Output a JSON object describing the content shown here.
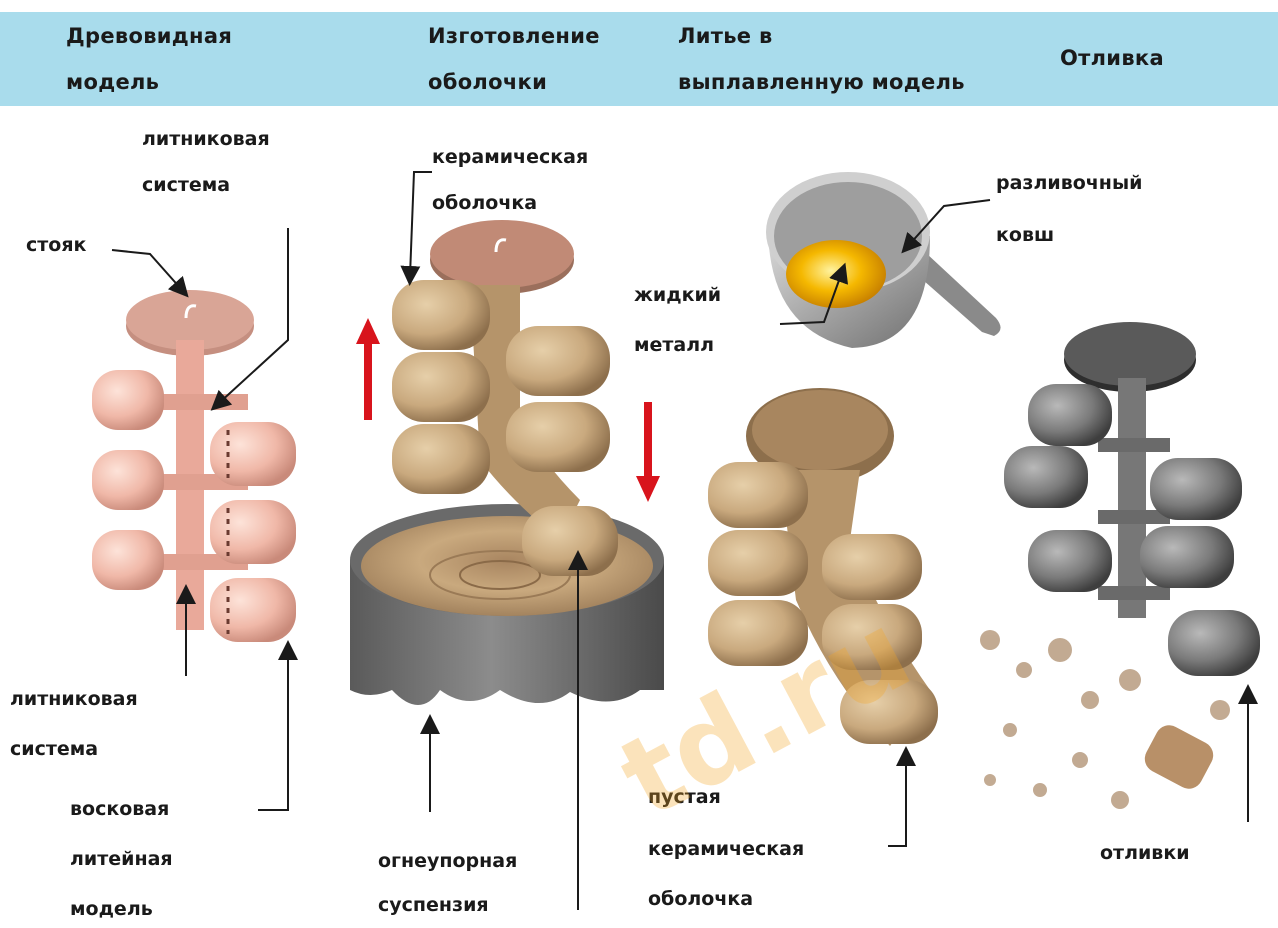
{
  "header": {
    "col1": [
      "Древовидная",
      "модель"
    ],
    "col2": [
      "Изготовление",
      "оболочки"
    ],
    "col3": [
      "Литье в",
      "выплавленную модель"
    ],
    "col4": [
      "Отливка"
    ]
  },
  "labels": {
    "gating_top": [
      "литниковая",
      "система"
    ],
    "riser": "стояк",
    "gating_bottom": [
      "литниковая",
      "система"
    ],
    "wax_pattern": [
      "восковая",
      "литейная",
      "модель"
    ],
    "ceramic_shell": [
      "керамическая",
      "оболочка"
    ],
    "slurry": [
      "огнеупорная",
      "суспензия"
    ],
    "ladle": [
      "разливочный",
      "ковш"
    ],
    "liquid_metal": [
      "жидкий",
      "металл"
    ],
    "empty_shell": [
      "пустая",
      "керамическая",
      "оболочка"
    ],
    "castings": "отливки"
  },
  "watermark": "td.ru",
  "colors": {
    "header_band": "#a9dcec",
    "wax": "#f0b8a8",
    "ceramic": "#c9a97e",
    "metal": "#6e6e6e",
    "molten": "#f5b800",
    "arrow_red": "#d8141c"
  }
}
